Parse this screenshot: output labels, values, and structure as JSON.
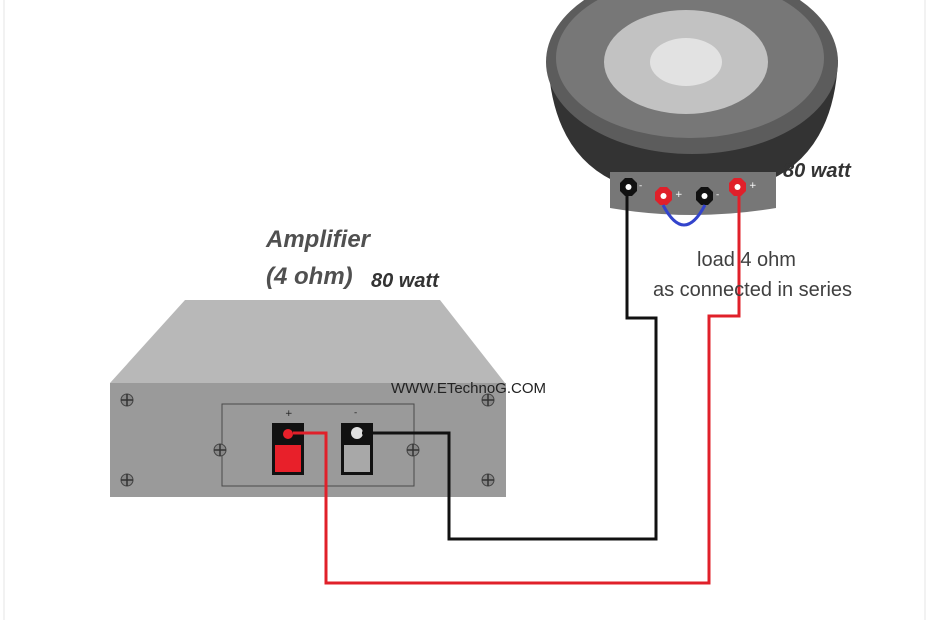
{
  "amplifier": {
    "title": "Amplifier",
    "impedance": "(4 ohm)",
    "power": "80 watt",
    "plus_sign": "+",
    "minus_sign": "-"
  },
  "speaker": {
    "power": "80 watt",
    "terminal_signs": [
      "-",
      "+",
      "-",
      "+"
    ]
  },
  "load_note": {
    "line1": "load 4 ohm",
    "line2": "as connected in series"
  },
  "watermark": "WWW.ETechnoG.COM",
  "colors": {
    "positive_wire": "#e0202a",
    "negative_wire": "#111111",
    "jumper_wire": "#3344cc",
    "amp_body": "#9a9a9a",
    "amp_top": "#b8b8b8",
    "positive_terminal": "#e8202a",
    "negative_terminal": "#a8a8a8"
  }
}
